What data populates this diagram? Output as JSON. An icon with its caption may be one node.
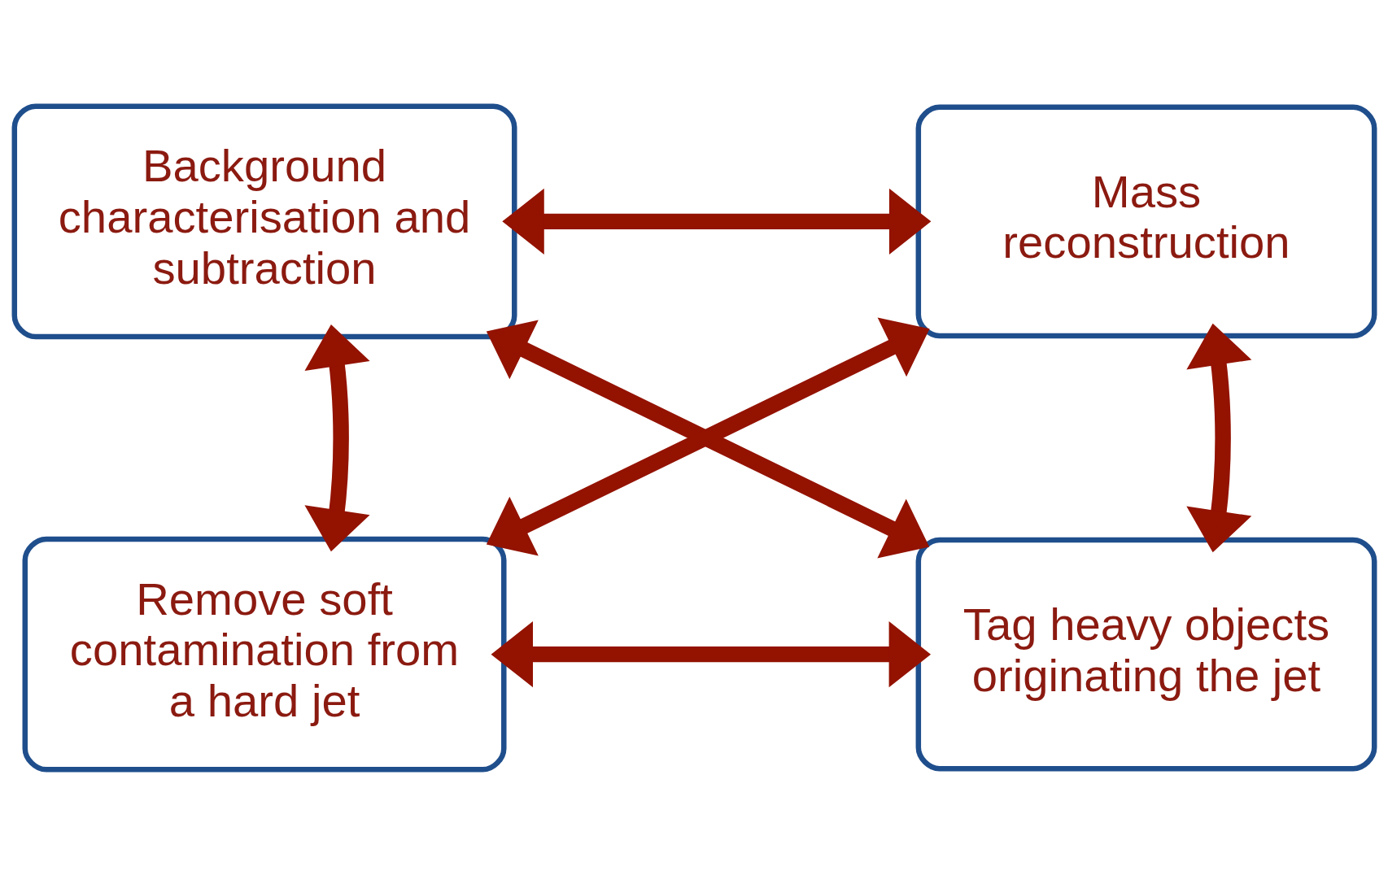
{
  "diagram": {
    "nodes": [
      {
        "text": [
          "Background characterisation and subtraction"
        ]
      },
      {
        "text": [
          "Mass reconstruction"
        ]
      },
      {
        "text": [
          "Remove soft contamination from a hard jet"
        ]
      },
      {
        "text": [
          "Tag heavy objects originating the jet"
        ]
      }
    ],
    "edges": [
      {
        "from": 0,
        "to": 1,
        "arrow": "both"
      },
      {
        "from": 0,
        "to": 2,
        "arrow": "both"
      },
      {
        "from": 1,
        "to": 3,
        "arrow": "both"
      },
      {
        "from": 0,
        "to": 3,
        "arrow": "both"
      },
      {
        "from": 1,
        "to": 2,
        "arrow": "both"
      },
      {
        "from": 2,
        "to": 3,
        "arrow": "both"
      }
    ]
  }
}
